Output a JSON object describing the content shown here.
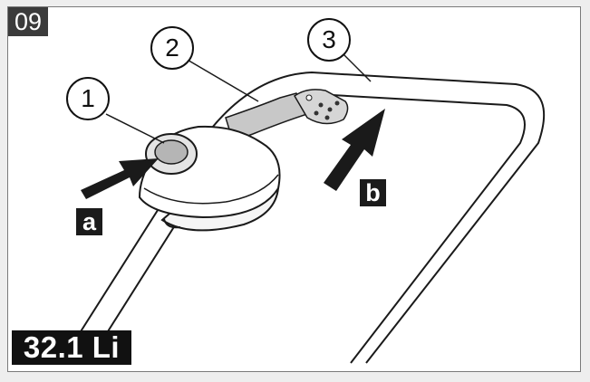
{
  "figure": {
    "step_number": "09",
    "model_label": "32.1 Li",
    "callouts": [
      "1",
      "2",
      "3"
    ],
    "arrow_labels": [
      "a",
      "b"
    ]
  }
}
